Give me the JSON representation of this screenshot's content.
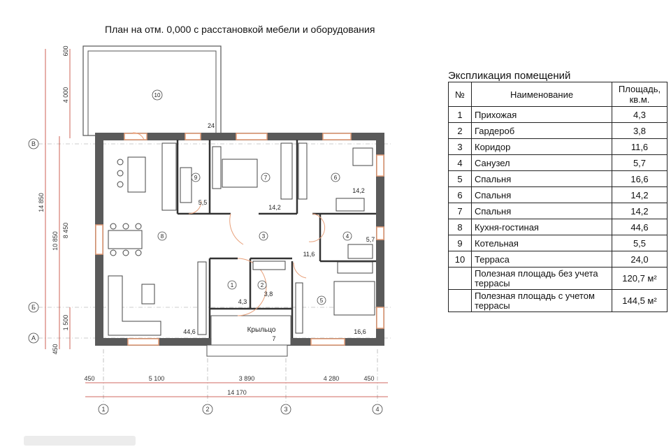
{
  "title": "План на отм. 0,000 с расстановкой мебели и оборудования",
  "explication": {
    "title": "Экспликация помещений",
    "headers": {
      "no": "№",
      "name": "Наименование",
      "area": "Площадь, кв.м."
    },
    "rows": [
      {
        "no": "1",
        "name": "Прихожая",
        "area": "4,3"
      },
      {
        "no": "2",
        "name": "Гардероб",
        "area": "3,8"
      },
      {
        "no": "3",
        "name": "Коридор",
        "area": "11,6"
      },
      {
        "no": "4",
        "name": "Санузел",
        "area": "5,7"
      },
      {
        "no": "5",
        "name": "Спальня",
        "area": "16,6"
      },
      {
        "no": "6",
        "name": "Спальня",
        "area": "14,2"
      },
      {
        "no": "7",
        "name": "Спальня",
        "area": "14,2"
      },
      {
        "no": "8",
        "name": "Кухня-гостиная",
        "area": "44,6"
      },
      {
        "no": "9",
        "name": "Котельная",
        "area": "5,5"
      },
      {
        "no": "10",
        "name": "Терраса",
        "area": "24,0"
      }
    ],
    "totals": [
      {
        "name": "Полезная площадь без учета террасы",
        "area": "120,7 м²"
      },
      {
        "name": "Полезная площадь с учетом террасы",
        "area": "144,5 м²"
      }
    ]
  },
  "plan": {
    "rooms": [
      {
        "no": "1",
        "area": "4,3"
      },
      {
        "no": "2",
        "area": "3,8"
      },
      {
        "no": "3",
        "area": "11,6"
      },
      {
        "no": "4",
        "area": "5,7"
      },
      {
        "no": "5",
        "area": "16,6"
      },
      {
        "no": "6",
        "area": "14,2"
      },
      {
        "no": "7",
        "area": "14,2"
      },
      {
        "no": "8",
        "area": "44,6"
      },
      {
        "no": "9",
        "area": "5,5"
      },
      {
        "no": "10",
        "area": "24"
      }
    ],
    "porch": {
      "label": "Крыльцо",
      "area": "7"
    },
    "axes_rows": [
      "В",
      "Б",
      "А"
    ],
    "axes_cols": [
      "1",
      "2",
      "3",
      "4"
    ],
    "dims_bottom": [
      "450",
      "5 100",
      "3 890",
      "4 280",
      "450"
    ],
    "dim_total_bottom": "14 170",
    "dims_left_outer": [
      "600",
      "4 000"
    ],
    "dim_left_total": "14 850",
    "dims_left_mid": [
      "8 450"
    ],
    "dim_left_mid_total": "10 850",
    "dims_left_inner": [
      "1 500",
      "450"
    ]
  },
  "colors": {
    "wall": "#5a5a5a",
    "window": "#e8a07a",
    "dim": "#c0392b"
  }
}
